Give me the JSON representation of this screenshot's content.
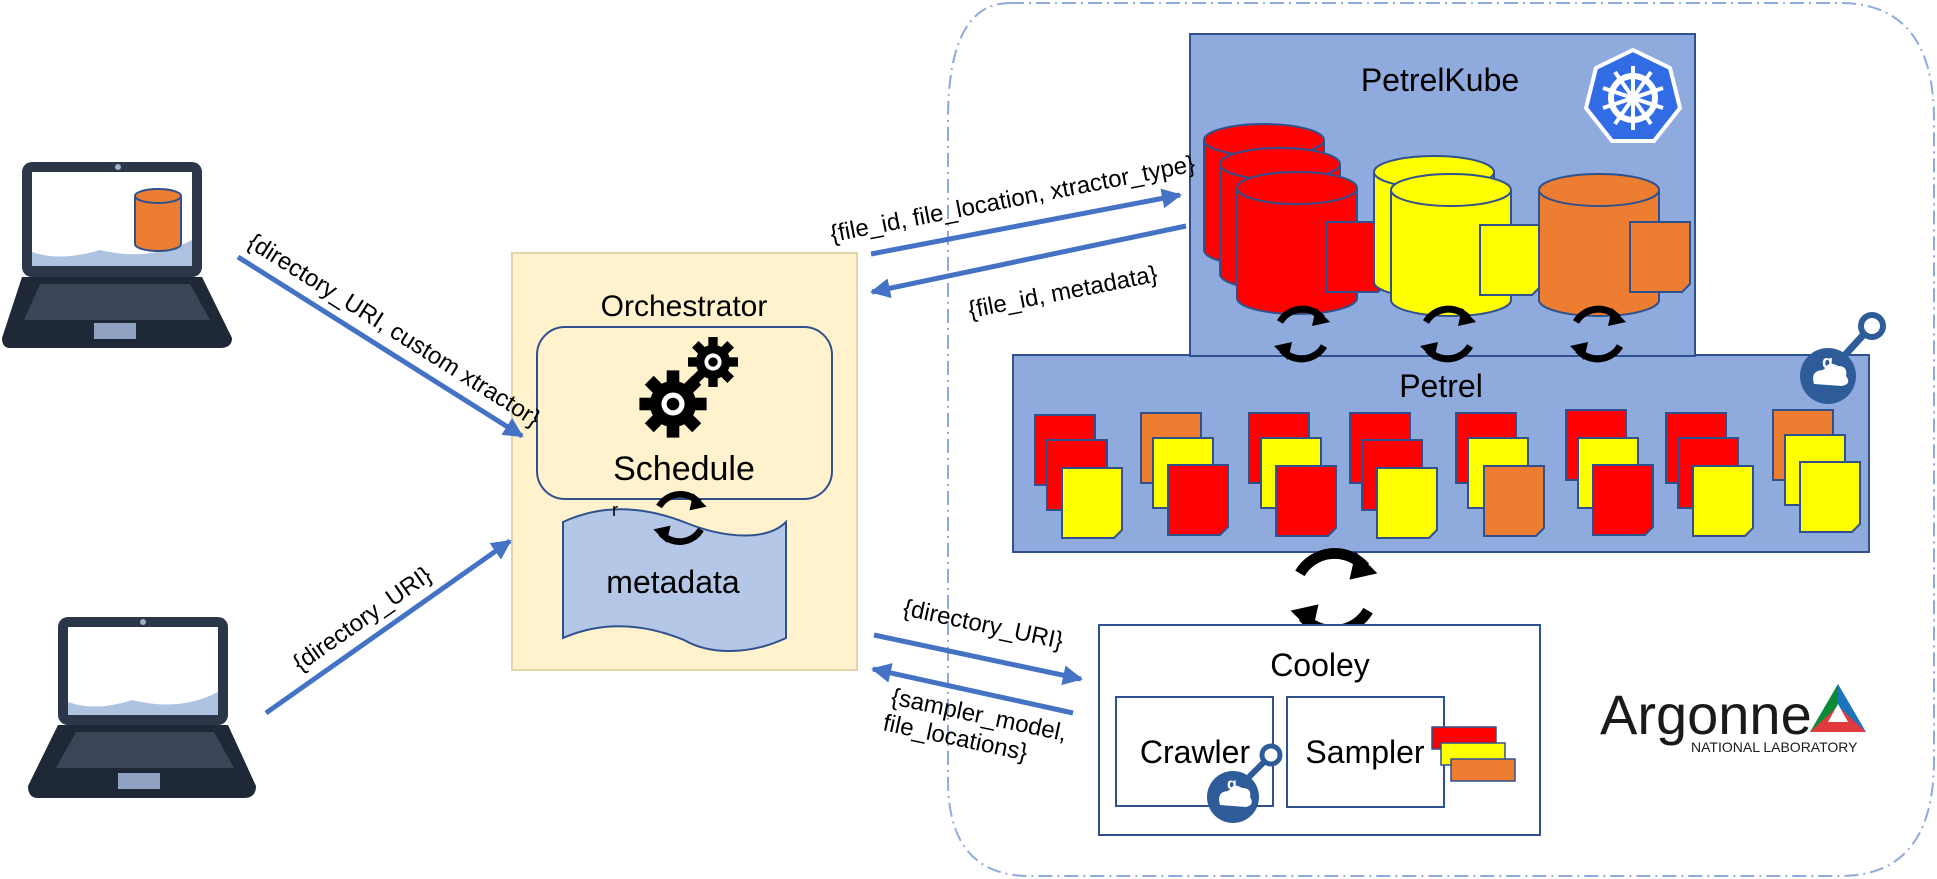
{
  "colors": {
    "arrow": "#4472c4",
    "box_blue": "#8faadc",
    "box_border": "#2f528f",
    "orchestrator_fill": "#fff2cc",
    "metadata_fill": "#b4c7e7",
    "red": "#ff0000",
    "yellow": "#ffff00",
    "orange": "#ed7d31",
    "globus_blue": "#2d5c99",
    "k8s_blue": "#326ce5"
  },
  "orchestrator": {
    "title": "Orchestrator",
    "schedule_label": "Schedule",
    "metadata_label": "metadata",
    "stray_mark": "r"
  },
  "petrelkube": {
    "title": "PetrelKube",
    "icon": "kubernetes-icon"
  },
  "petrel": {
    "title": "Petrel",
    "icon": "globus-icon"
  },
  "cooley": {
    "title": "Cooley",
    "crawler_label": "Crawler",
    "sampler_label": "Sampler"
  },
  "argonne": {
    "name": "Argonne",
    "subtitle": "NATIONAL LABORATORY",
    "logo_colors": [
      "#0a8a3a",
      "#1b75bb",
      "#e03a3e"
    ]
  },
  "arrows": {
    "laptop1_to_orch": "{directory_URI, custom xtractor}",
    "laptop2_to_orch": "{directory_URI}",
    "orch_to_kube": "{file_id, file_location, xtractor_type}",
    "kube_to_orch": "{file_id, metadata}",
    "orch_to_cooley": "{directory_URI}",
    "cooley_to_orch_line1": "{sampler_model,",
    "cooley_to_orch_line2": "file_locations}"
  }
}
